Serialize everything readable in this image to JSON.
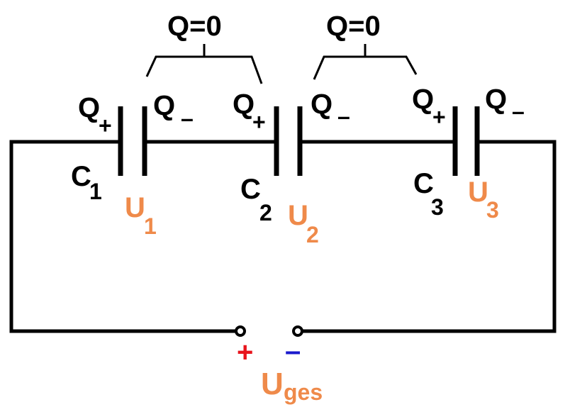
{
  "charge_groups": [
    {
      "label": "Q=0"
    },
    {
      "label": "Q=0"
    }
  ],
  "capacitors": [
    {
      "name": "C",
      "index": "1",
      "voltage": "U",
      "voltage_index": "1",
      "q_plus": "Q",
      "q_plus_sign": "+",
      "q_minus": "Q",
      "q_minus_sign": "–"
    },
    {
      "name": "C",
      "index": "2",
      "voltage": "U",
      "voltage_index": "2",
      "q_plus": "Q",
      "q_plus_sign": "+",
      "q_minus": "Q",
      "q_minus_sign": "–"
    },
    {
      "name": "C",
      "index": "3",
      "voltage": "U",
      "voltage_index": "3",
      "q_plus": "Q",
      "q_plus_sign": "+",
      "q_minus": "Q",
      "q_minus_sign": "–"
    }
  ],
  "source": {
    "plus": "+",
    "minus": "–",
    "label": "U",
    "label_sub": "ges"
  },
  "colors": {
    "voltage": "#ef8a4a",
    "plus_terminal": "#e8141c",
    "minus_terminal": "#1a1acd",
    "wire": "#000000"
  }
}
